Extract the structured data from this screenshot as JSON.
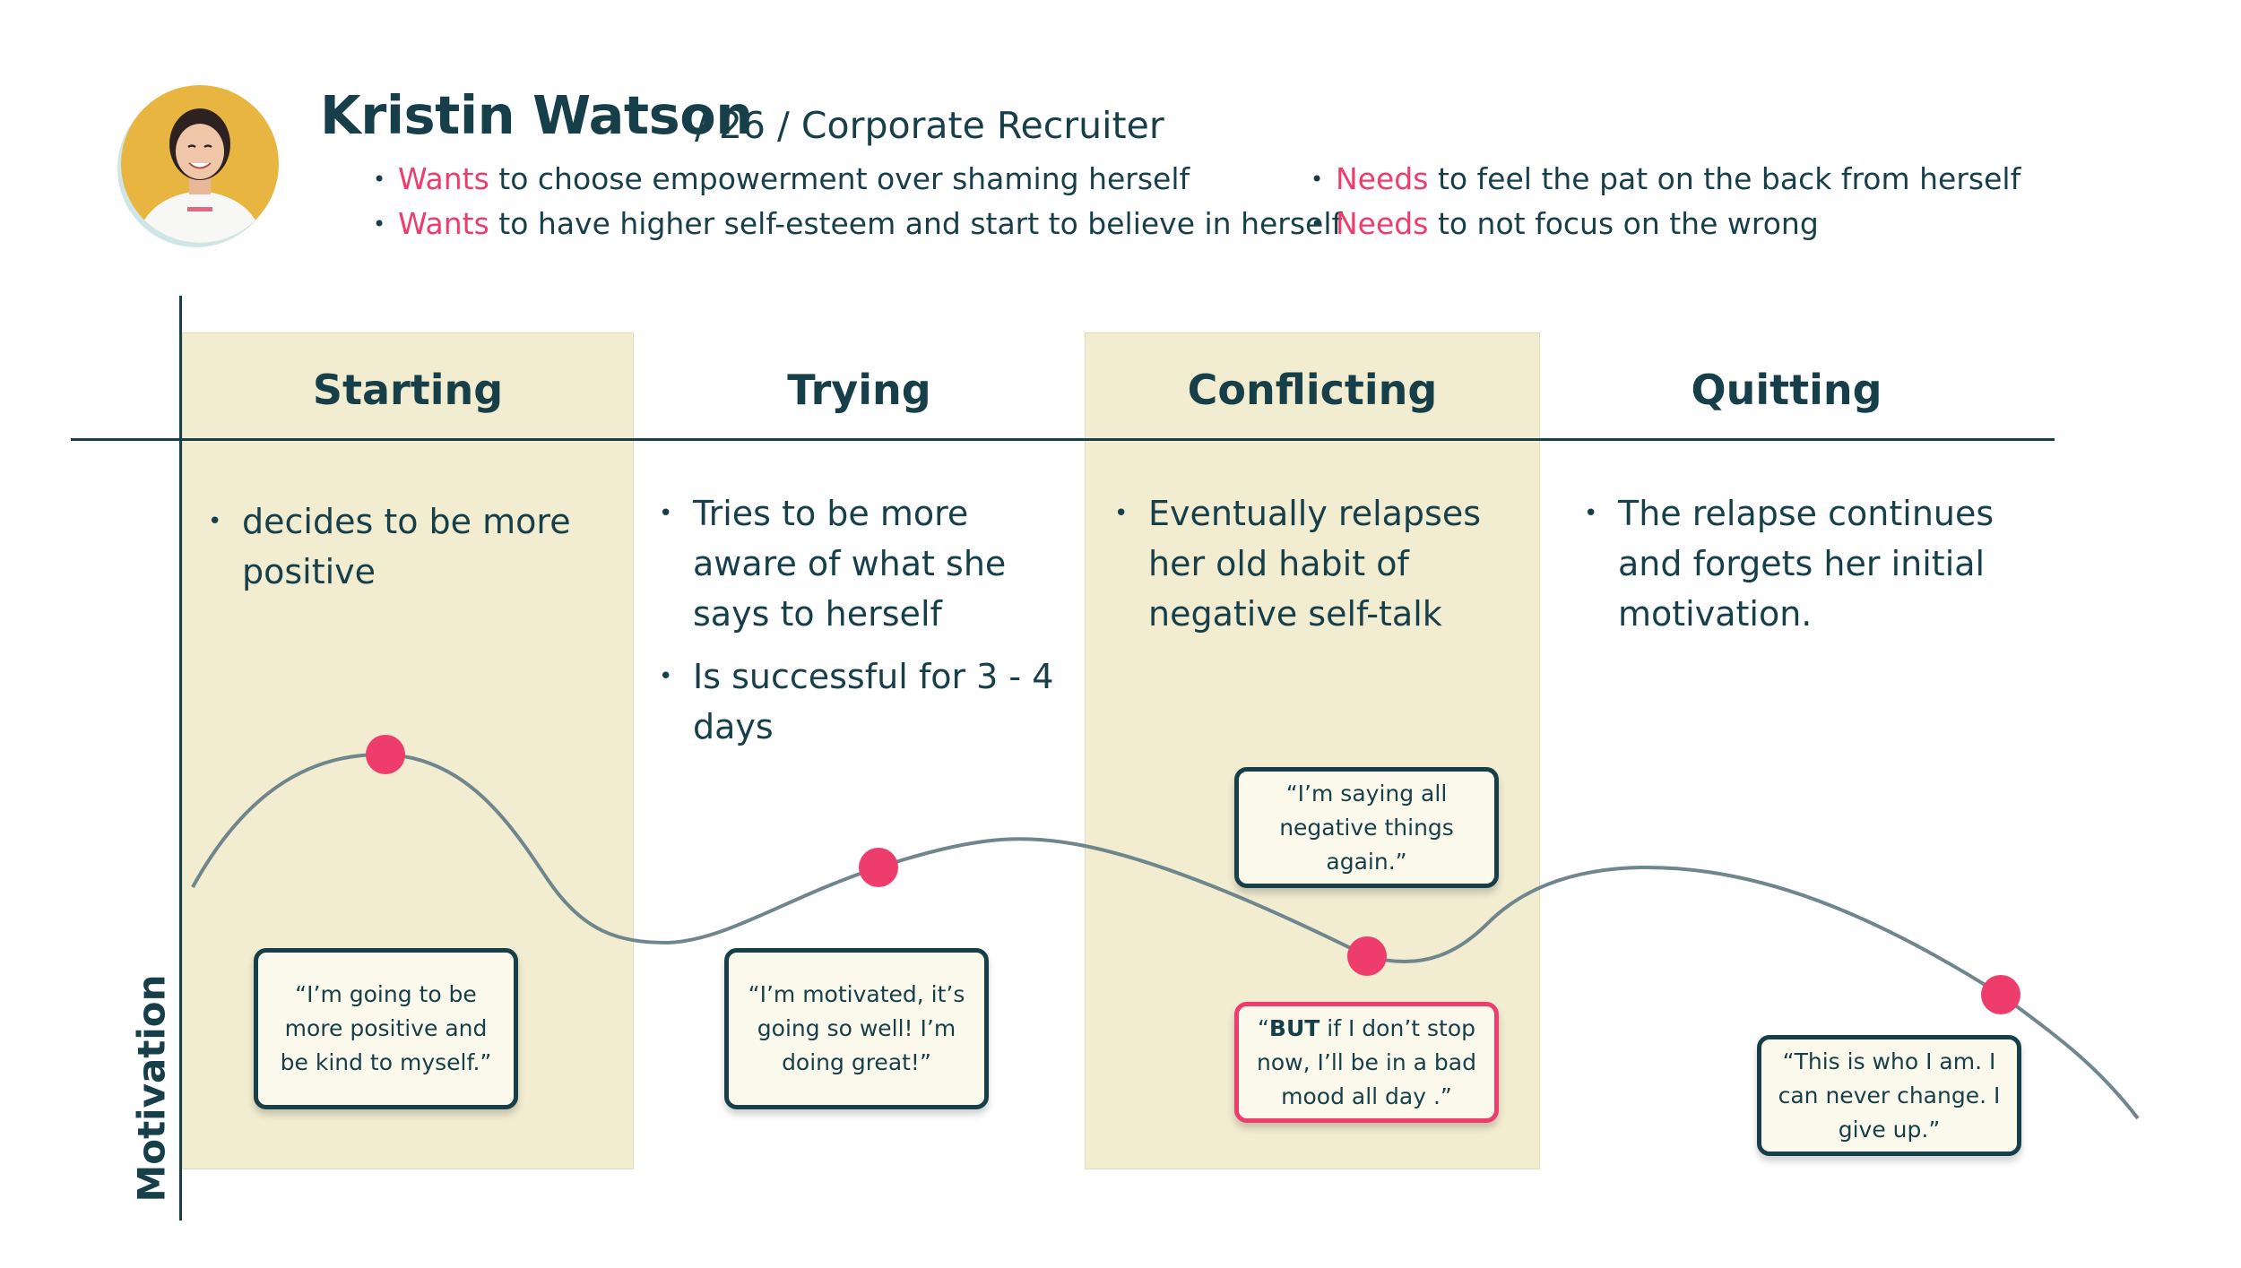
{
  "persona": {
    "name": "Kristin Watson",
    "meta": "/ 26 / Corporate Recruiter",
    "goals": [
      {
        "keyword": "Wants",
        "text": "to choose empowerment over shaming herself"
      },
      {
        "keyword": "Wants",
        "text": "to have higher self-esteem and start to believe in herself"
      },
      {
        "keyword": "Needs",
        "text": "to feel the pat on the back from herself"
      },
      {
        "keyword": "Needs",
        "text": "to not focus on the wrong"
      }
    ]
  },
  "bullet_glyph": "•",
  "axis_label": "Motivation",
  "stages": [
    {
      "title": "Starting",
      "bullets": [
        "decides to be more positive"
      ]
    },
    {
      "title": "Trying",
      "bullets": [
        "Tries to be more aware of what she says to herself",
        "Is successful for 3 - 4 days"
      ]
    },
    {
      "title": "Conflicting",
      "bullets": [
        "Eventually relapses her old habit of negative self-talk"
      ]
    },
    {
      "title": "Quitting",
      "bullets": [
        "The relapse continues and forgets her initial motivation."
      ]
    }
  ],
  "quotes": {
    "starting": "“I’m going to be more positive and be kind to myself.”",
    "trying": "“I’m motivated, it’s going so well! I’m doing great!”",
    "conflicting_top": "“I’m saying all negative things again.”",
    "conflicting_bottom_bold": "BUT",
    "conflicting_bottom_open": "“",
    "conflicting_bottom_rest": " if I don’t stop now, I’ll be in a bad mood all day .”",
    "quitting": "“This is who I am. I can never change. I give up.”"
  },
  "colors": {
    "ink": "#173f4a",
    "accent": "#ee3d6c",
    "band": "#f2ecd0",
    "curve": "#6f868c"
  }
}
